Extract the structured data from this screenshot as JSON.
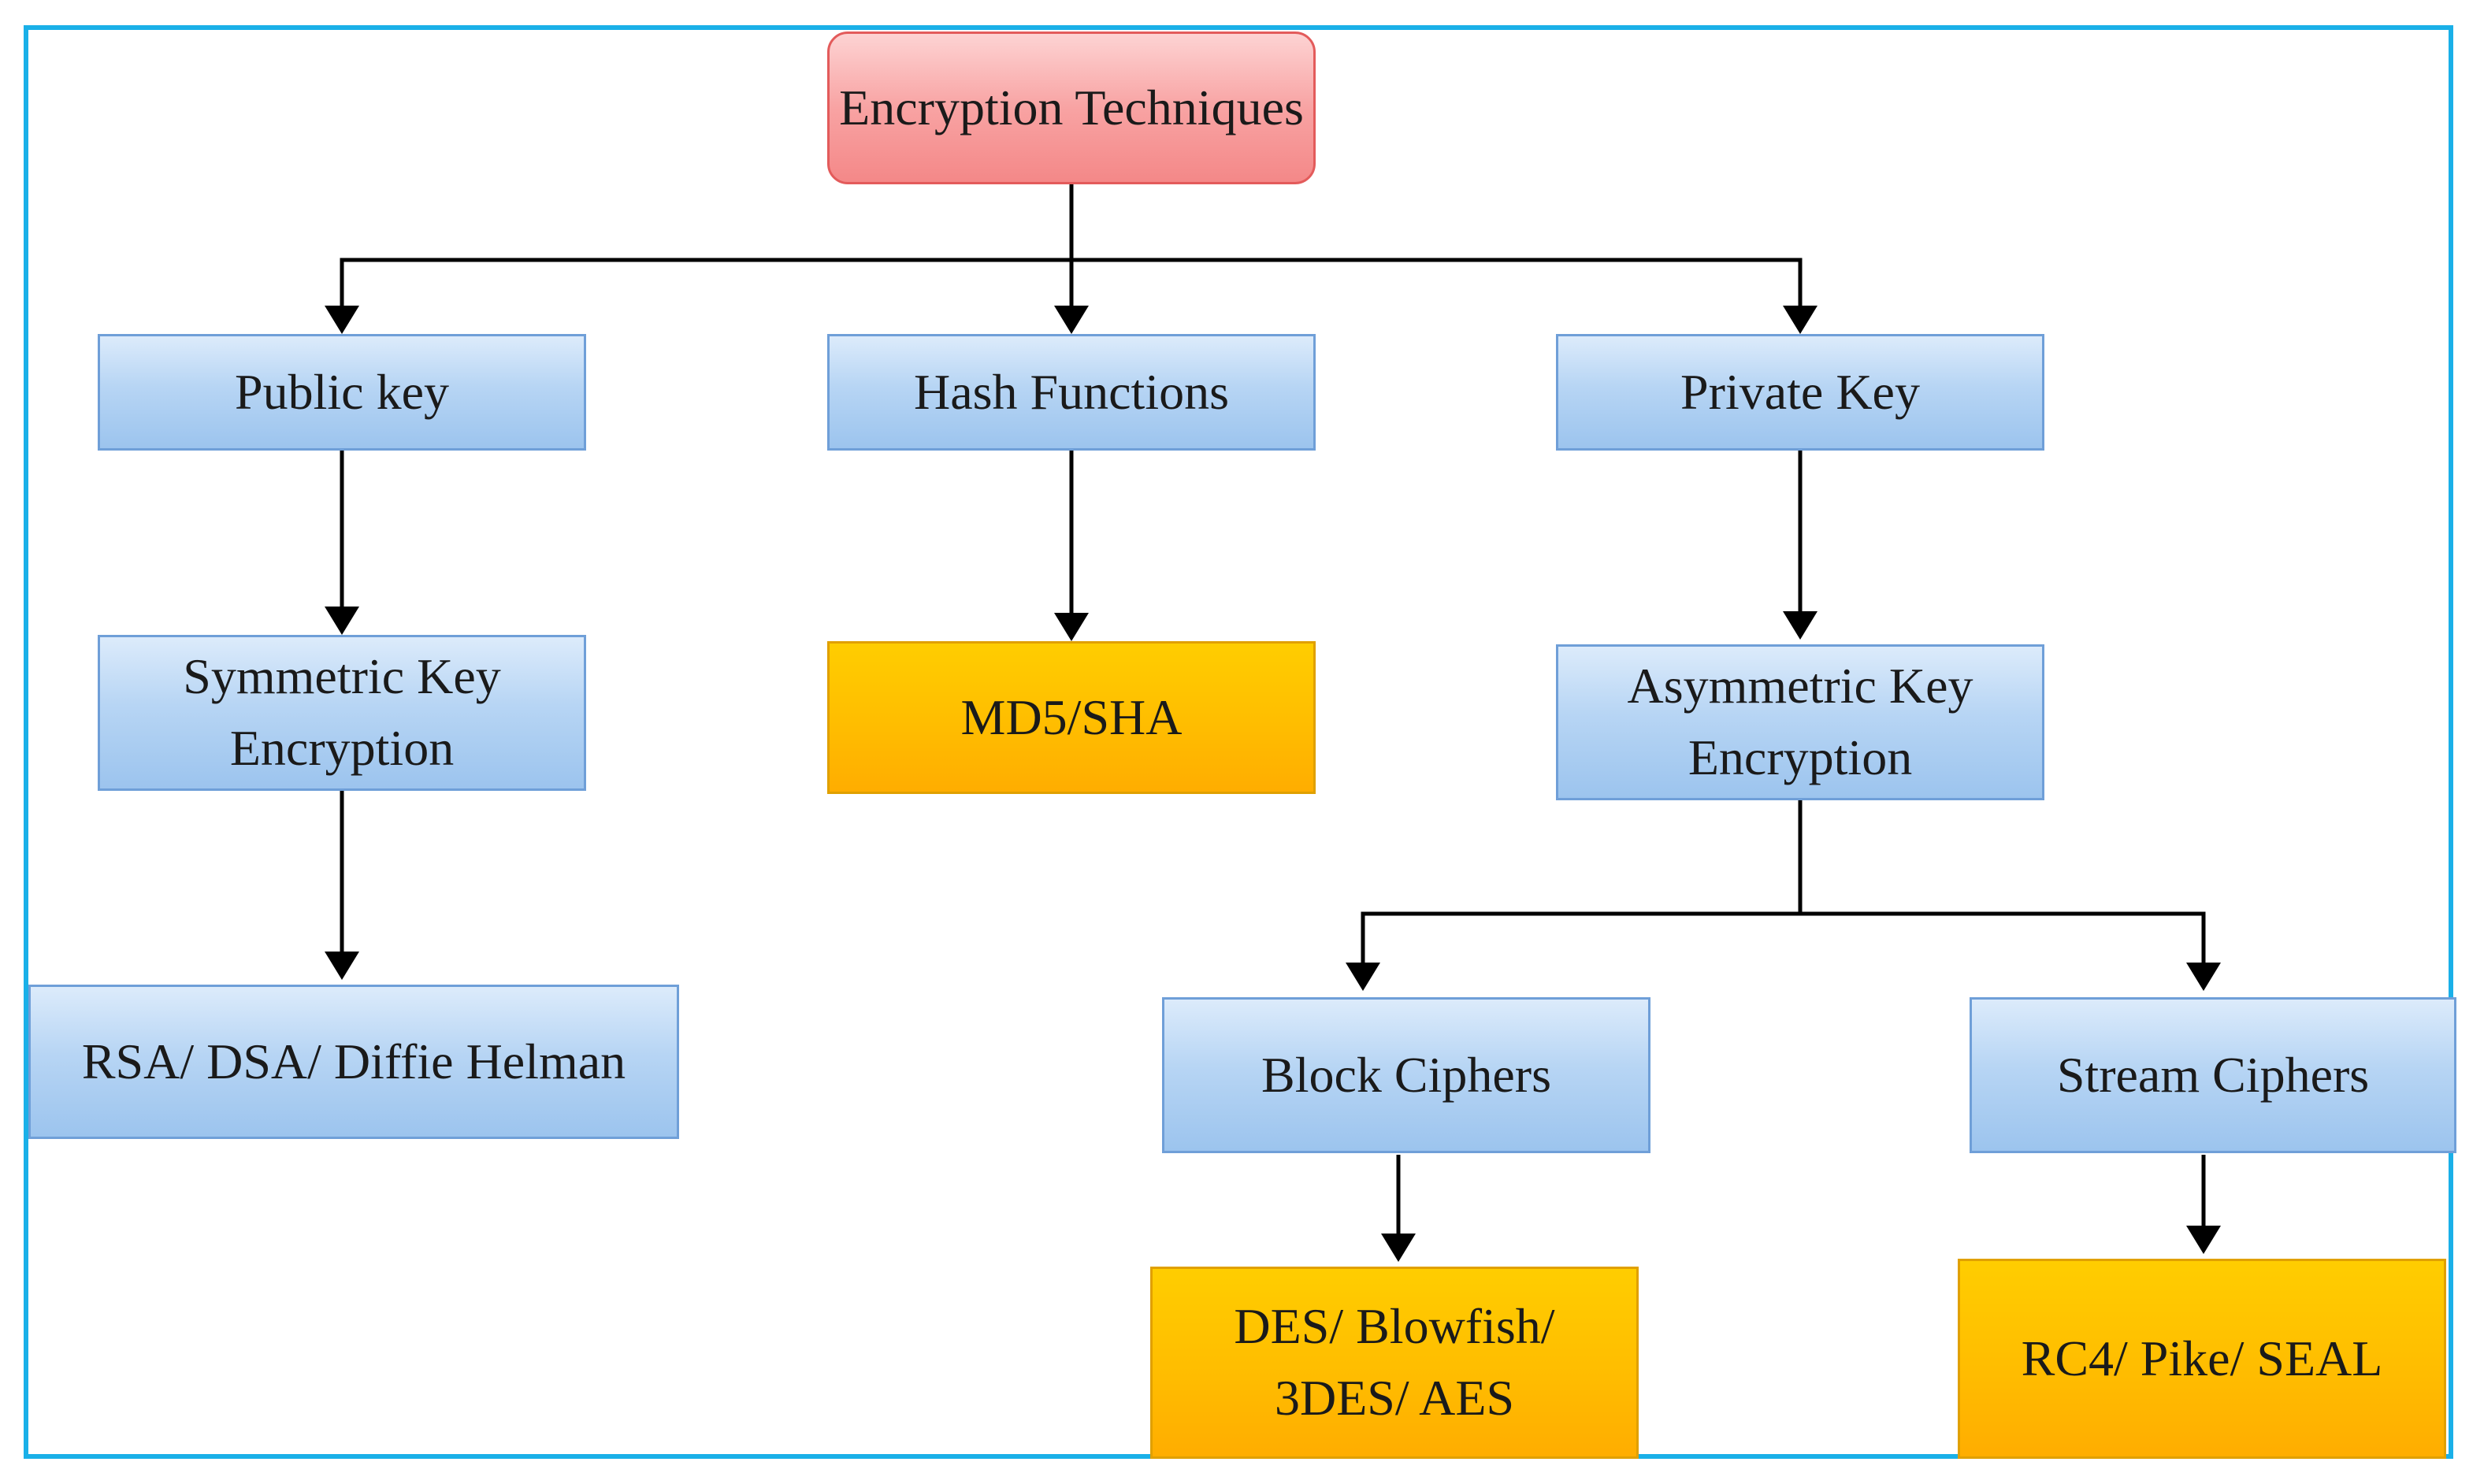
{
  "diagram": {
    "nodes": {
      "root": "Encryption Techniques",
      "public_key": "Public key",
      "hash_functions": "Hash Functions",
      "private_key": "Private Key",
      "symmetric": "Symmetric Key Encryption",
      "md5_sha": "MD5/SHA",
      "asymmetric": "Asymmetric Key Encryption",
      "rsa_dsa": "RSA/ DSA/ Diffie Helman",
      "block_ciphers": "Block Ciphers",
      "stream_ciphers": "Stream Ciphers",
      "des_aes": "DES/ Blowfish/ 3DES/ AES",
      "rc4_seal": "RC4/ Pike/ SEAL"
    },
    "edges": [
      [
        "root",
        "public_key"
      ],
      [
        "root",
        "hash_functions"
      ],
      [
        "root",
        "private_key"
      ],
      [
        "public_key",
        "symmetric"
      ],
      [
        "hash_functions",
        "md5_sha"
      ],
      [
        "private_key",
        "asymmetric"
      ],
      [
        "symmetric",
        "rsa_dsa"
      ],
      [
        "asymmetric",
        "block_ciphers"
      ],
      [
        "asymmetric",
        "stream_ciphers"
      ],
      [
        "block_ciphers",
        "des_aes"
      ],
      [
        "stream_ciphers",
        "rc4_seal"
      ]
    ],
    "colors": {
      "frame": "#1ab0e8",
      "root": "#f48888",
      "category": "#b7d5f4",
      "leaf": "#ffbd00",
      "connector": "#000000"
    }
  }
}
